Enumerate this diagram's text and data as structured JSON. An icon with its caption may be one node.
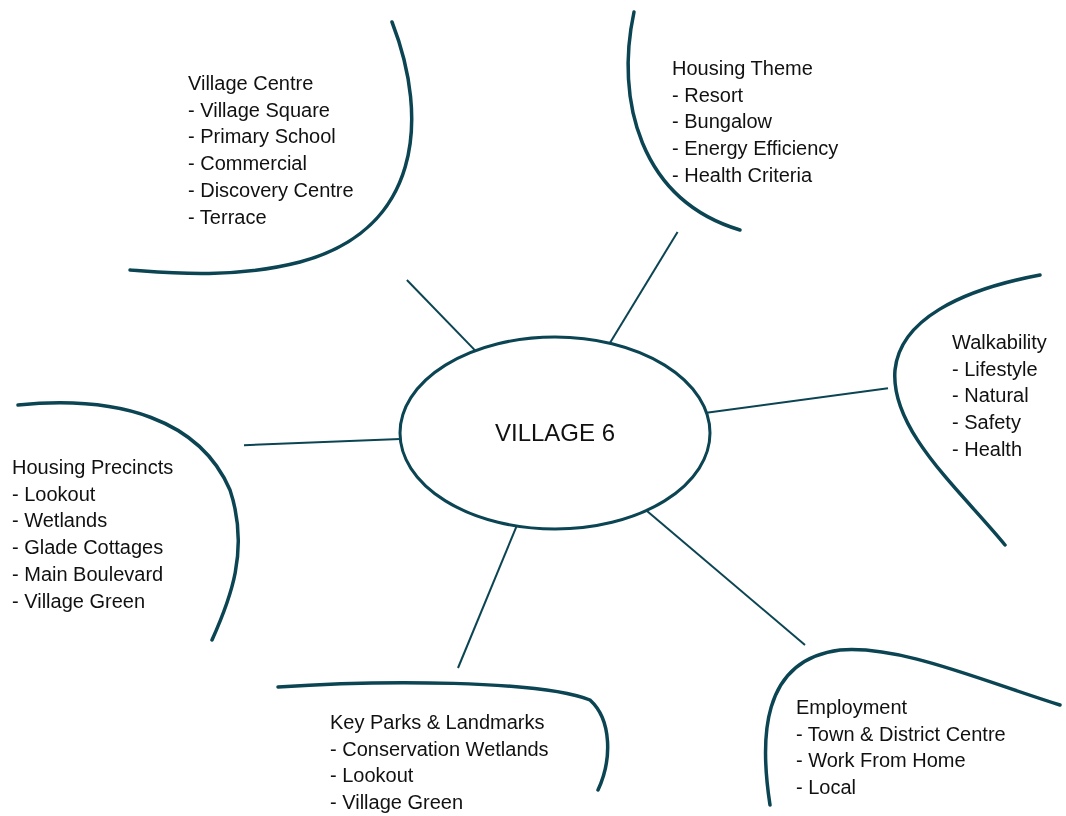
{
  "diagram": {
    "nodes": [
      {
        "text": [
          "VILLAGE 6"
        ]
      },
      {
        "text": [
          "Village Centre",
          "- Village Square",
          "- Primary School",
          "- Commercial",
          "- Discovery Centre",
          "- Terrace"
        ]
      },
      {
        "text": [
          "Housing Theme",
          "- Resort",
          "- Bungalow",
          "- Energy Efficiency",
          "- Health Criteria"
        ]
      },
      {
        "text": [
          "Walkability",
          "- Lifestyle",
          "- Natural",
          "- Safety",
          "- Health"
        ]
      },
      {
        "text": [
          "Housing Precincts",
          "- Lookout",
          "- Wetlands",
          "- Glade Cottages",
          "- Main Boulevard",
          "- Village Green"
        ]
      },
      {
        "text": [
          "Key Parks & Landmarks",
          "- Conservation Wetlands",
          "- Lookout",
          "- Village Green"
        ]
      },
      {
        "text": [
          "Employment",
          "- Town & District Centre",
          "- Work From Home",
          "- Local"
        ]
      }
    ],
    "edges": [
      {
        "from": 0,
        "to": 1,
        "arrow": "none"
      },
      {
        "from": 0,
        "to": 2,
        "arrow": "none"
      },
      {
        "from": 0,
        "to": 3,
        "arrow": "none"
      },
      {
        "from": 0,
        "to": 4,
        "arrow": "none"
      },
      {
        "from": 0,
        "to": 5,
        "arrow": "none"
      },
      {
        "from": 0,
        "to": 6,
        "arrow": "none"
      }
    ]
  }
}
